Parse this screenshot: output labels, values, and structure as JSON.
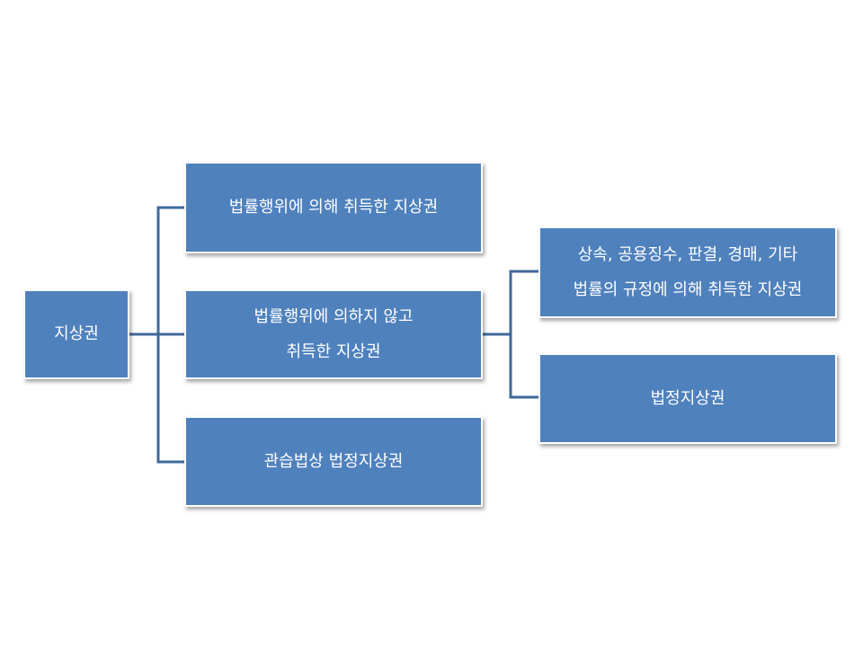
{
  "diagram": {
    "colors": {
      "box_fill": "#4f81bd",
      "box_text": "#ffffff",
      "connector": "#3f6a99"
    },
    "root": {
      "label": "지상권"
    },
    "level1": [
      {
        "label": "법률행위에 의해 취득한 지상권"
      },
      {
        "label_line1": "법률행위에 의하지 않고",
        "label_line2": "취득한 지상권"
      },
      {
        "label": "관습법상 법정지상권"
      }
    ],
    "level2": [
      {
        "label_line1": "상속, 공용징수, 판결, 경매, 기타",
        "label_line2": "법률의 규정에 의해 취득한 지상권"
      },
      {
        "label": "법정지상권"
      }
    ]
  }
}
